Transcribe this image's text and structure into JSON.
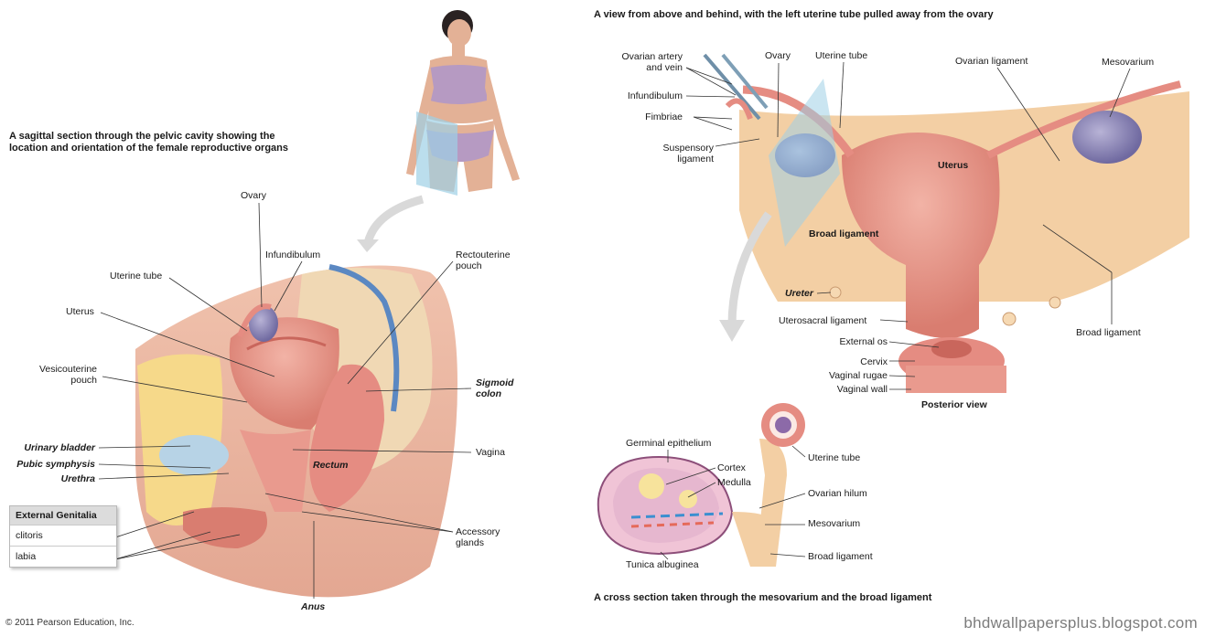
{
  "captions": {
    "top_right": "A view from above and behind, with the left uterine tube pulled away from the ovary",
    "left": "A sagittal section through the pelvic cavity showing the\nlocation and orientation of the female reproductive organs",
    "bottom_right": "A cross section taken through the mesovarium and the broad ligament"
  },
  "sagittal_labels": {
    "ovary": "Ovary",
    "infundibulum": "Infundibulum",
    "rectouterine_pouch": "Rectouterine\npouch",
    "uterine_tube": "Uterine tube",
    "uterus": "Uterus",
    "vesicouterine_pouch": "Vesicouterine\npouch",
    "sigmoid_colon": "Sigmoid\ncolon",
    "urinary_bladder": "Urinary bladder",
    "pubic_symphysis": "Pubic symphysis",
    "urethra": "Urethra",
    "rectum": "Rectum",
    "vagina": "Vagina",
    "accessory_glands": "Accessory\nglands",
    "anus": "Anus"
  },
  "external_genitalia": {
    "title": "External Genitalia",
    "items": [
      "clitoris",
      "labia"
    ]
  },
  "posterior_labels": {
    "ovarian_artery_vein": "Ovarian artery\nand vein",
    "ovary": "Ovary",
    "uterine_tube": "Uterine tube",
    "ovarian_ligament": "Ovarian ligament",
    "mesovarium": "Mesovarium",
    "infundibulum": "Infundibulum",
    "fimbriae": "Fimbriae",
    "suspensory_ligament": "Suspensory\nligament",
    "uterus": "Uterus",
    "broad_ligament_inner": "Broad ligament",
    "ureter": "Ureter",
    "uterosacral_ligament": "Uterosacral ligament",
    "external_os": "External os",
    "cervix": "Cervix",
    "vaginal_rugae": "Vaginal rugae",
    "vaginal_wall": "Vaginal wall",
    "broad_ligament_outer": "Broad ligament",
    "posterior_view": "Posterior view"
  },
  "cross_section_labels": {
    "germinal_epithelium": "Germinal epithelium",
    "cortex": "Cortex",
    "medulla": "Medulla",
    "uterine_tube": "Uterine tube",
    "ovarian_hilum": "Ovarian hilum",
    "mesovarium": "Mesovarium",
    "tunica_albuginea": "Tunica albuginea",
    "broad_ligament": "Broad ligament"
  },
  "footer": {
    "copyright": "© 2011 Pearson Education, Inc.",
    "watermark": "bhdwallpapersplus.blogspot.com"
  },
  "colors": {
    "tissue_pink": "#e99a8e",
    "tissue_dark": "#c9665c",
    "ligament": "#f3cfa4",
    "ovary_purple": "#8c86b8",
    "fat_yellow": "#f6d98a",
    "bladder_blue": "#b7d3e6"
  }
}
